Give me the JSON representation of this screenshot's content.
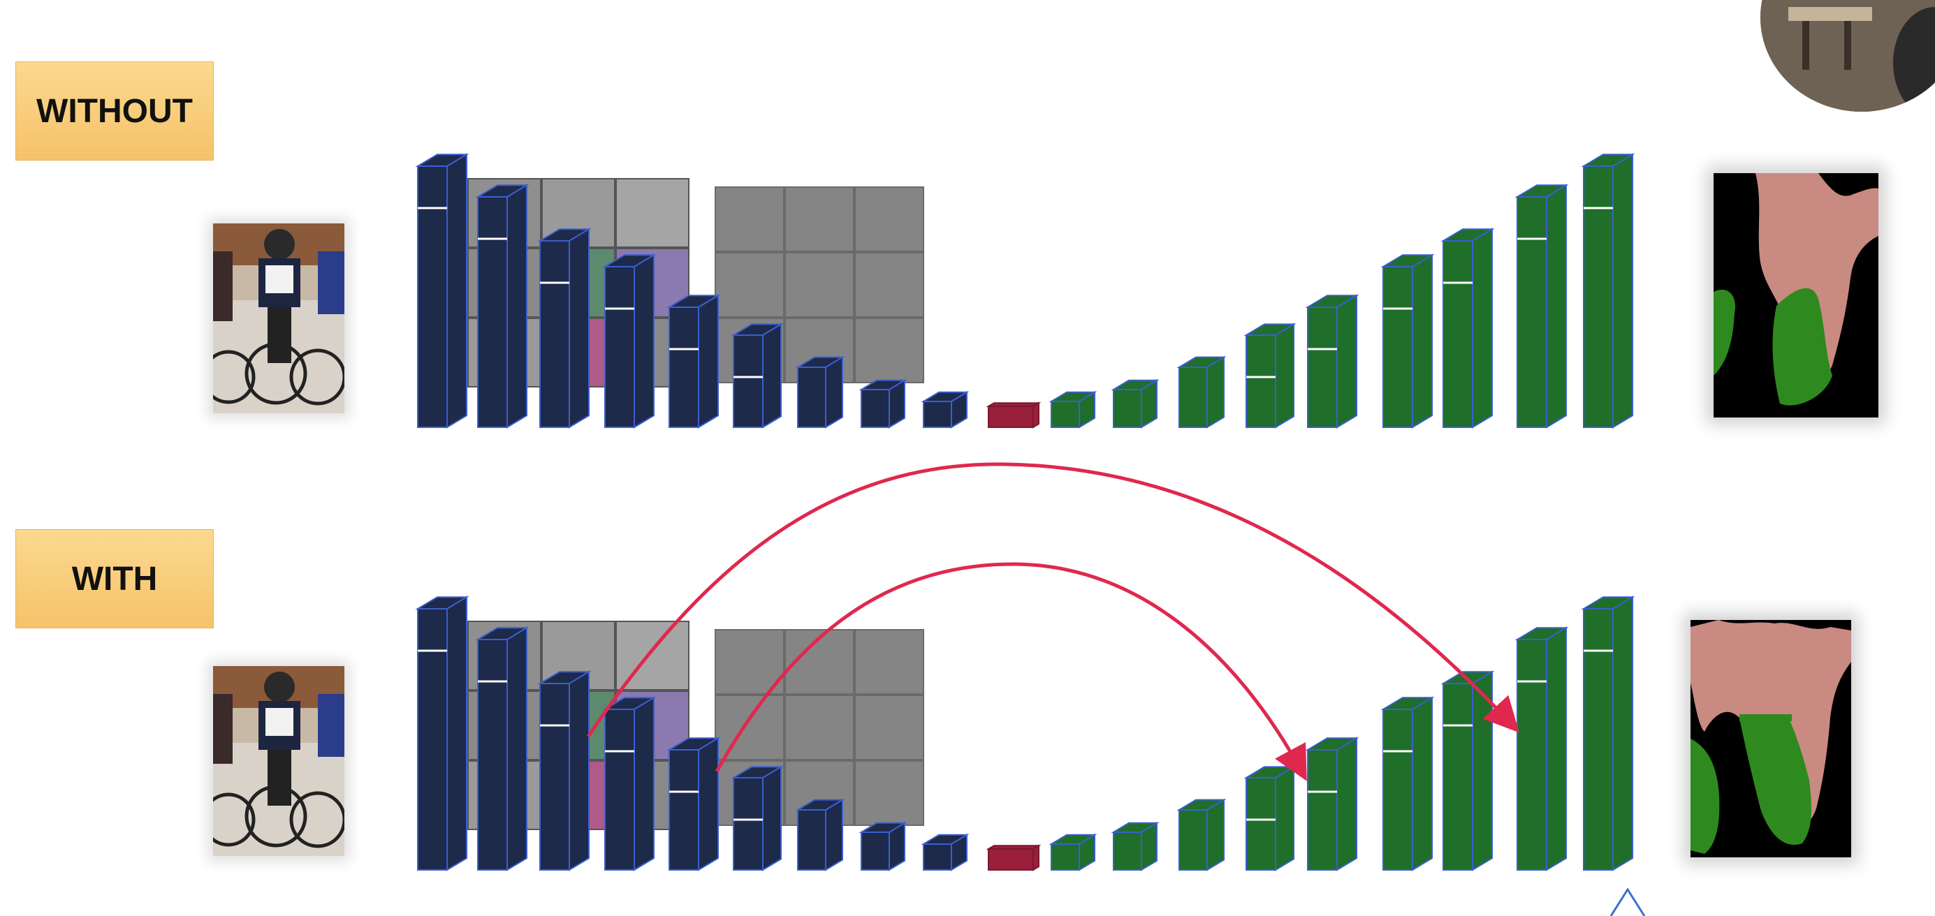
{
  "labels": {
    "top": "WITHOUT",
    "bottom": "WITH"
  },
  "colors": {
    "encoder": "#1e2a4a",
    "encoder_edge": "#3a5fd0",
    "bottleneck": "#9a1f3a",
    "decoder": "#1f6e2a",
    "decoder_edge": "#3a5fd0",
    "skip_arrow": "#e0284e",
    "label_bg": "#f8cc7a",
    "seg_person": "#c98a82",
    "seg_bike": "#2e8a1e"
  },
  "icons": {
    "input_image": "cyclists-photo",
    "output_mask": "segmentation-mask",
    "feature_maps": "filter-visualization-grid",
    "presenter": "webcam-avatar"
  },
  "rows": [
    {
      "name": "without-skip-connections",
      "skip_connections": 0
    },
    {
      "name": "with-skip-connections",
      "skip_connections": 2
    }
  ]
}
